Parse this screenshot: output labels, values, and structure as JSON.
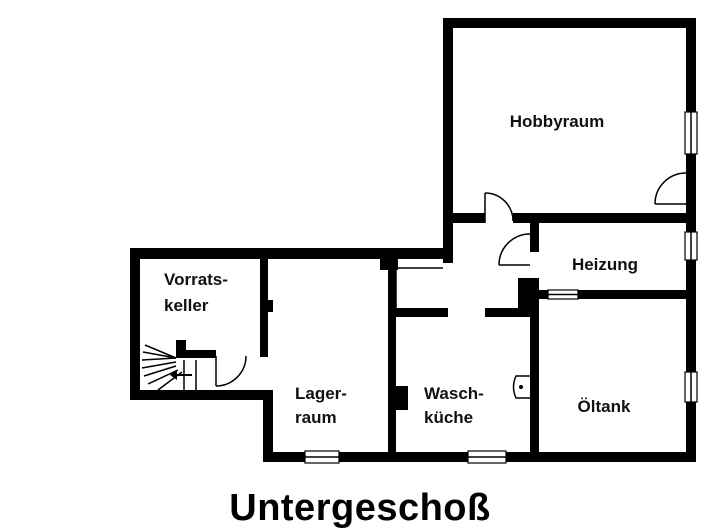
{
  "title": "Untergeschoß",
  "rooms": {
    "hobbyraum": "Hobbyraum",
    "heizung": "Heizung",
    "vorrats_line1": "Vorrats-",
    "vorrats_line2": "keller",
    "lager_line1": "Lager-",
    "lager_line2": "raum",
    "wasch_line1": "Wasch-",
    "wasch_line2": "küche",
    "oeltank": "Öltank"
  }
}
